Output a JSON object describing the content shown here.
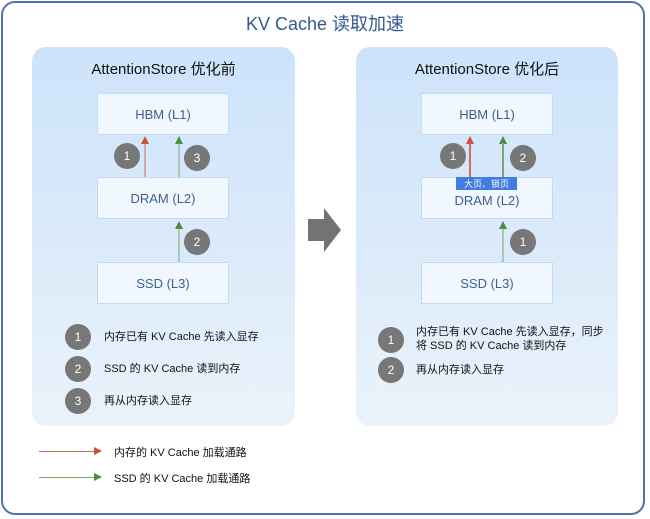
{
  "title": "KV Cache 读取加速",
  "colors": {
    "frame_border": "#4f72a8",
    "title": "#34598f",
    "memory_path": "#c9503a",
    "ssd_path": "#4f8a3f",
    "tag_bg": "#3f7de0",
    "step_circle": "#777777"
  },
  "panels": {
    "before": {
      "title": "AttentionStore 优化前",
      "tiers": [
        "HBM (L1)",
        "DRAM (L2)",
        "SSD (L3)"
      ],
      "arrow_steps": [
        "1",
        "3",
        "2"
      ],
      "steps": [
        {
          "num": "1",
          "text": "内存已有 KV Cache 先读入显存"
        },
        {
          "num": "2",
          "text": "SSD 的 KV Cache 读到内存"
        },
        {
          "num": "3",
          "text": "再从内存读入显存"
        }
      ]
    },
    "after": {
      "title": "AttentionStore 优化后",
      "tiers": [
        "HBM (L1)",
        "DRAM (L2)",
        "SSD (L3)"
      ],
      "tag": "大页、锁页",
      "arrow_steps": [
        "1",
        "2",
        "1"
      ],
      "steps": [
        {
          "num": "1",
          "text_line1": "内存已有 KV Cache 先读入显存，同步",
          "text_line2": "将 SSD 的 KV Cache 读到内存"
        },
        {
          "num": "2",
          "text": "再从内存读入显存"
        }
      ]
    }
  },
  "legend": [
    {
      "color": "red",
      "text": "内存的 KV Cache 加载通路"
    },
    {
      "color": "green",
      "text": "SSD 的 KV Cache 加载通路"
    }
  ],
  "transition_icon": "right-arrow-icon"
}
